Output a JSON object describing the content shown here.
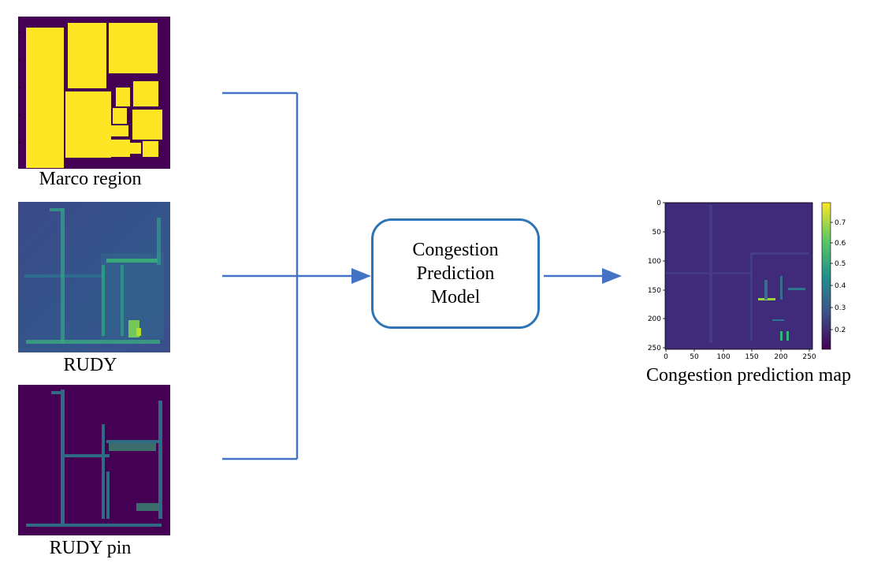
{
  "inputs": [
    {
      "label": "Marco region"
    },
    {
      "label": "RUDY"
    },
    {
      "label": "RUDY pin"
    }
  ],
  "model": {
    "lines": [
      "Congestion",
      "Prediction",
      "Model"
    ]
  },
  "output": {
    "label": "Congestion prediction map",
    "x_ticks": [
      "0",
      "50",
      "100",
      "150",
      "200",
      "250"
    ],
    "y_ticks": [
      "0",
      "50",
      "100",
      "150",
      "200",
      "250"
    ],
    "colorbar_ticks": [
      "0.7",
      "0.6",
      "0.5",
      "0.4",
      "0.3",
      "0.2"
    ]
  },
  "colors": {
    "arrow": "#4472c4",
    "box_border": "#2e75b6",
    "viridis_dark": "#440154",
    "viridis_yellow": "#fde725",
    "viridis_green": "#22a884"
  }
}
